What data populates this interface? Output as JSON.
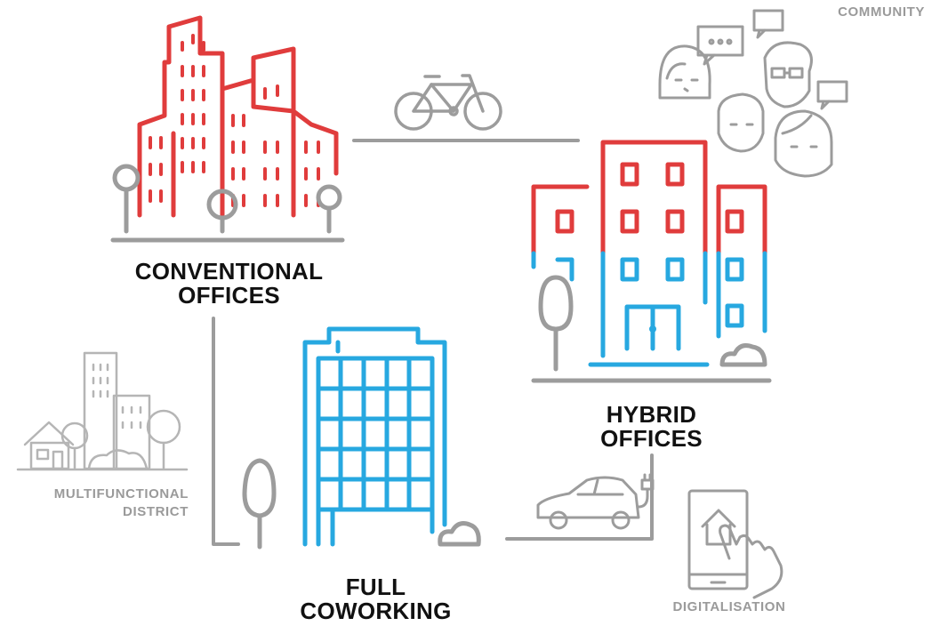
{
  "colors": {
    "red": "#e03c3c",
    "blue": "#27a8e0",
    "gray": "#9c9c9c",
    "text": "#111111"
  },
  "nodes": {
    "conventional": {
      "line1": "CONVENTIONAL",
      "line2": "OFFICES"
    },
    "hybrid": {
      "line1": "HYBRID",
      "line2": "OFFICES"
    },
    "coworking": {
      "line1": "FULL",
      "line2": "COWORKING"
    }
  },
  "aspects": {
    "community": "COMMUNITY",
    "multifunctional": {
      "line1": "MULTIFUNCTIONAL",
      "line2": "DISTRICT"
    },
    "digitalisation": "DIGITALISATION"
  },
  "icons": [
    "city-skyline-icon",
    "bicycle-icon",
    "community-people-icon",
    "hybrid-building-icon",
    "coworking-tower-icon",
    "district-icon",
    "electric-car-icon",
    "tablet-touch-icon"
  ]
}
